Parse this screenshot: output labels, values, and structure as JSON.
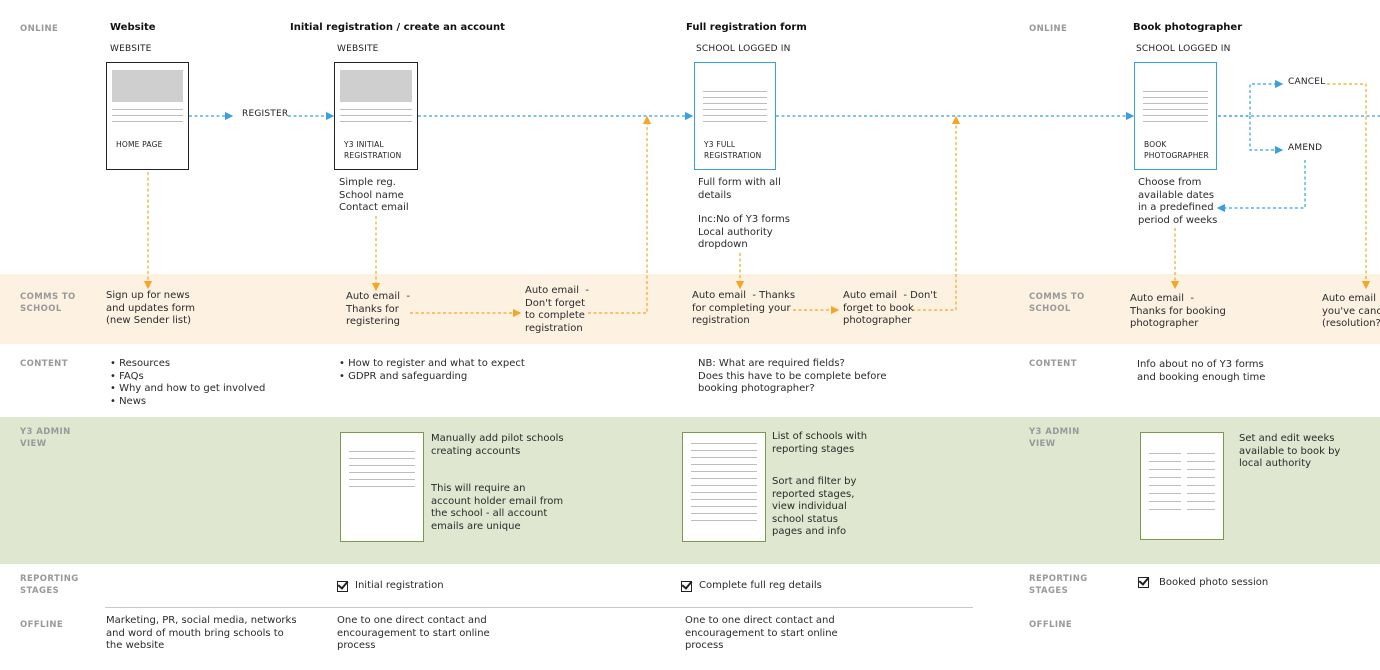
{
  "rows": {
    "online_1": "ONLINE",
    "online_2": "ONLINE",
    "comms_1": "COMMS TO\nSCHOOL",
    "comms_2": "COMMS TO\nSCHOOL",
    "content_1": "CONTENT",
    "content_2": "CONTENT",
    "admin_1": "Y3 ADMIN\nVIEW",
    "admin_2": "Y3 ADMIN\nVIEW",
    "reporting_1": "REPORTING\nSTAGES",
    "reporting_2": "REPORTING\nSTAGES",
    "offline_1": "OFFLINE",
    "offline_2": "OFFLINE"
  },
  "colors": {
    "comms_band": "#fdf1e2",
    "admin_band": "#dfe7d1",
    "blue_arrow": "#3aa0e0",
    "orange_arrow": "#f5a623"
  },
  "stages": {
    "website": {
      "title": "Website",
      "caption": "WEBSITE",
      "card_label": "HOME PAGE",
      "comms": "Sign up for news\nand updates form\n(new Sender list)",
      "content": "• Resources\n• FAQs\n• Why and how to get involved\n• News",
      "offline": "Marketing, PR, social media, networks\nand word of mouth bring schools to\nthe website"
    },
    "register": {
      "arrow_label": "REGISTER"
    },
    "initial": {
      "title": "Initial registration / create an account",
      "caption": "WEBSITE",
      "card_label": "Y3 INITIAL\nREGISTRATION",
      "note": "Simple reg.\nSchool name\nContact email",
      "comms_a": "Auto email  -\nThanks for\nregistering",
      "comms_b": "Auto email  -\nDon't forget\nto complete\nregistration",
      "content": "• How to register and what to expect\n• GDPR and safeguarding",
      "admin_a": "Manually add pilot schools\ncreating accounts",
      "admin_b": "This will require an\naccount holder email from\nthe school - all account\nemails are unique",
      "reporting": "Initial registration",
      "offline": "One to one direct contact and\nencouragement to start online\nprocess"
    },
    "full": {
      "title": "Full registration form",
      "caption": "SCHOOL LOGGED IN",
      "card_label": "Y3 FULL\nREGISTRATION",
      "note_a": "Full form with all\ndetails",
      "note_b": "Inc:No of Y3 forms\nLocal authority\ndropdown",
      "comms_a": "Auto email  - Thanks\nfor completing your\nregistration",
      "comms_b": "Auto email  - Don't\nforget to book\nphotographer",
      "content": "NB: What are required fields?\nDoes this have to be complete before\nbooking photographer?",
      "admin_a": "List of schools with\nreporting stages",
      "admin_b": "Sort and filter by\nreported stages,\nview individual\nschool status\npages and info",
      "reporting": "Complete full reg details",
      "offline": "One to one direct contact and\nencouragement to start online\nprocess"
    },
    "book": {
      "title": "Book photographer",
      "caption": "SCHOOL LOGGED IN",
      "card_label": "BOOK\nPHOTOGRAPHER",
      "note": "Choose from\navailable dates\nin a predefined\nperiod of weeks",
      "cancel": "CANCEL",
      "amend": "AMEND",
      "comms_a": "Auto email  -\nThanks for booking\nphotographer",
      "comms_b": "Auto email  -\nyou've cance\n(resolution?)",
      "content": "Info about no of Y3 forms\nand booking enough time",
      "admin": "Set and edit weeks\navailable to book by\nlocal authority",
      "reporting": "Booked photo session"
    }
  }
}
